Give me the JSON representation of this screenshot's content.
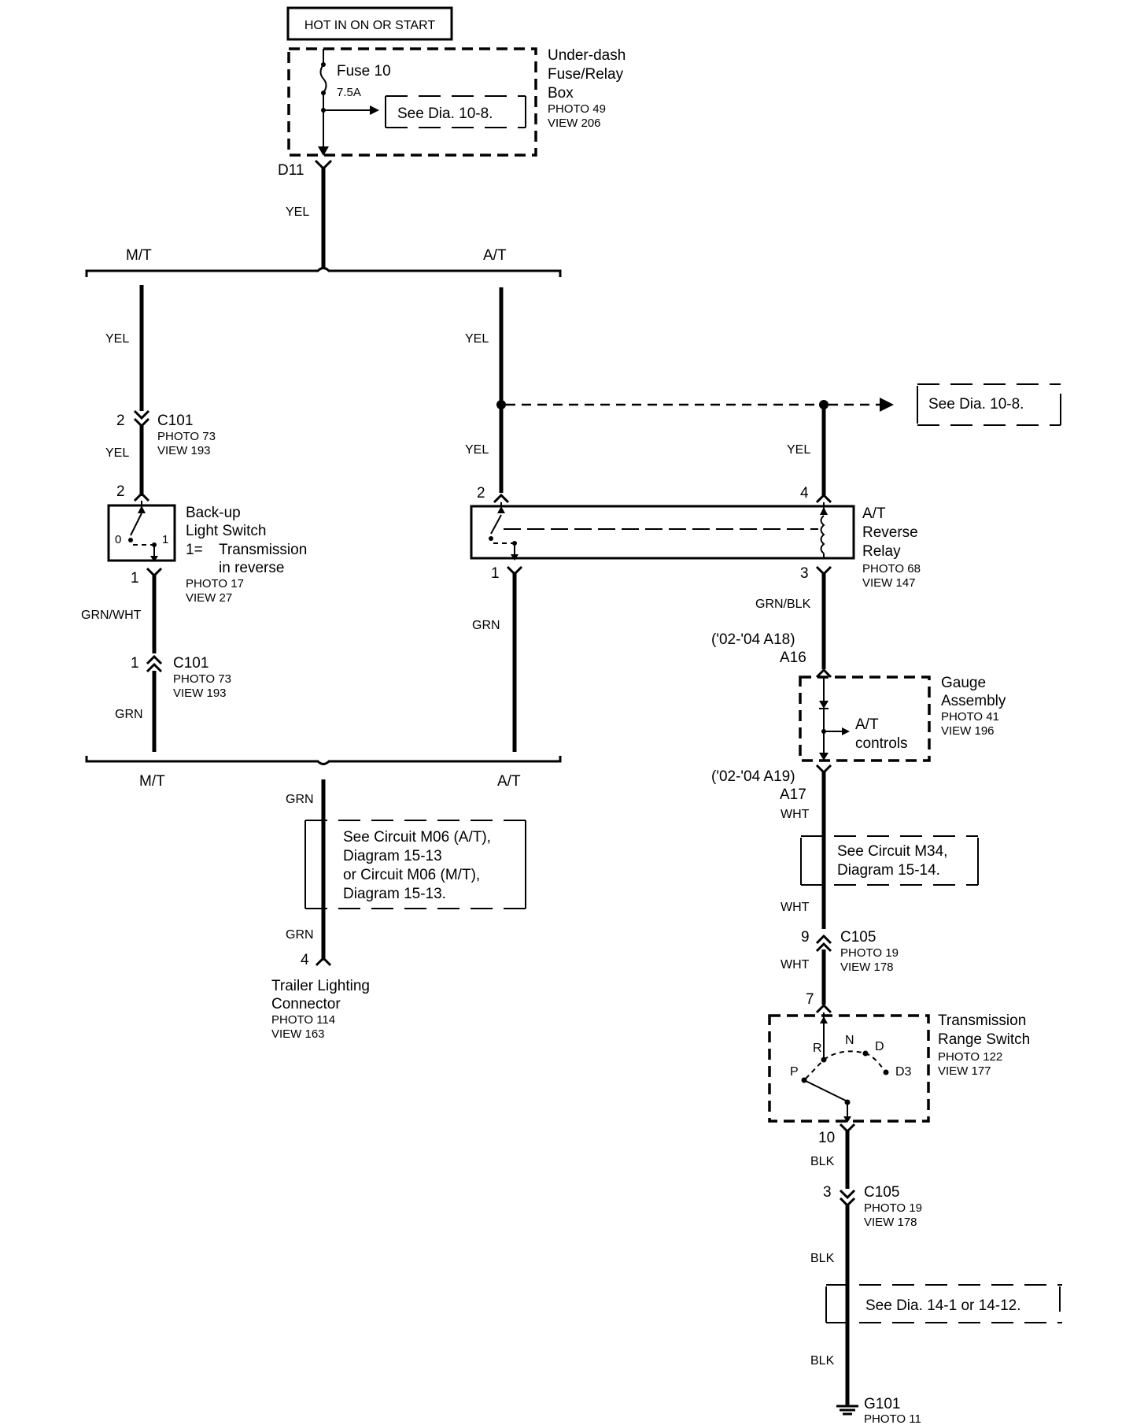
{
  "power_label": "HOT IN ON OR START",
  "fuse_box": {
    "title": [
      "Under-dash",
      "Fuse/Relay",
      "Box"
    ],
    "photo": "PHOTO 49",
    "view": "VIEW 206",
    "fuse_name": "Fuse 10",
    "fuse_rating": "7.5A",
    "see_ref": "See Dia. 10-8.",
    "output_pin": "D11"
  },
  "wires": {
    "yel": "YEL",
    "grn": "GRN",
    "grn_wht": "GRN/WHT",
    "grn_blk": "GRN/BLK",
    "wht": "WHT",
    "blk": "BLK"
  },
  "branches": {
    "top_mt": "M/T",
    "top_at": "A/T",
    "bottom_mt": "M/T",
    "bottom_at": "A/T"
  },
  "c101_upper": {
    "pin": "2",
    "name": "C101",
    "photo": "PHOTO 73",
    "view": "VIEW 193"
  },
  "c101_lower": {
    "pin": "1",
    "name": "C101",
    "photo": "PHOTO 73",
    "view": "VIEW 193"
  },
  "backup_switch": {
    "pin_top": "2",
    "pin_bottom": "1",
    "pos0": "0",
    "pos1": "1",
    "title": [
      "Back-up",
      "Light Switch"
    ],
    "note1": "1=",
    "note2": "Transmission",
    "note3": "in reverse",
    "photo": "PHOTO 17",
    "view": "VIEW 27"
  },
  "at_relay": {
    "pin_left_top": "2",
    "pin_left_bottom": "1",
    "pin_right_top": "4",
    "pin_right_bottom": "3",
    "title": [
      "A/T",
      "Reverse",
      "Relay"
    ],
    "photo": "PHOTO 68",
    "view": "VIEW 147"
  },
  "see_dia_right": "See Dia. 10-8.",
  "gauge": {
    "pin_in_alt": "('02-'04 A18)",
    "pin_in": "A16",
    "title": [
      "Gauge",
      "Assembly"
    ],
    "photo": "PHOTO 41",
    "view": "VIEW 196",
    "inner": [
      "A/T",
      "controls"
    ],
    "pin_out_alt": "('02-'04 A19)",
    "pin_out": "A17"
  },
  "see_m34": [
    "See Circuit M34,",
    "Diagram 15-14."
  ],
  "see_m06": [
    "See Circuit M06 (A/T),",
    "Diagram 15-13",
    "or Circuit M06 (M/T),",
    "Diagram 15-13."
  ],
  "trailer": {
    "pin": "4",
    "title": [
      "Trailer Lighting",
      "Connector"
    ],
    "photo": "PHOTO 114",
    "view": "VIEW 163"
  },
  "c105_upper": {
    "pin": "9",
    "name": "C105",
    "photo": "PHOTO 19",
    "view": "VIEW 178"
  },
  "trs": {
    "pin_top": "7",
    "pin_bottom": "10",
    "title": [
      "Transmission",
      "Range Switch"
    ],
    "photo": "PHOTO 122",
    "view": "VIEW 177",
    "pos_r": "R",
    "pos_n": "N",
    "pos_d": "D",
    "pos_p": "P",
    "pos_d3": "D3"
  },
  "c105_lower": {
    "pin": "3",
    "name": "C105",
    "photo": "PHOTO 19",
    "view": "VIEW 178"
  },
  "see_dia_14": "See Dia. 14-1 or 14-12.",
  "ground": {
    "name": "G101",
    "photo": "PHOTO 11"
  }
}
